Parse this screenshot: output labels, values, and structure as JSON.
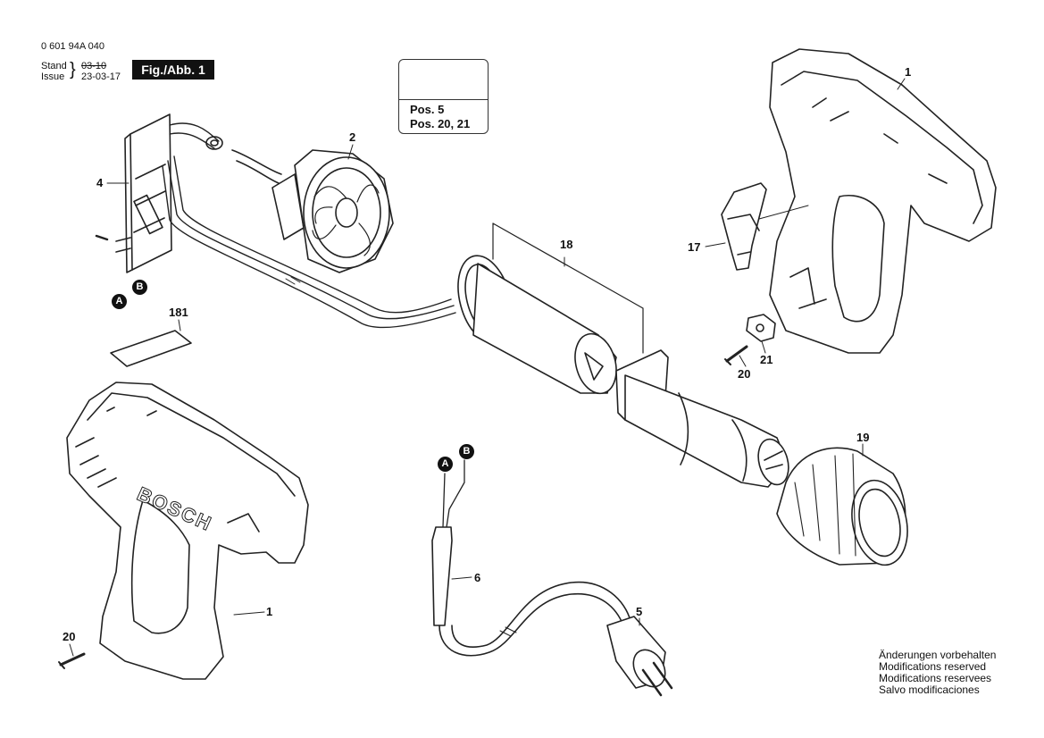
{
  "header": {
    "part_number": "0 601 94A 040",
    "stand_label": "Stand",
    "stand_value": "03-10",
    "issue_label": "Issue",
    "issue_value": "23-03-17",
    "figure_label": "Fig./Abb. 1"
  },
  "warning_box": {
    "icons": [
      "warning-triangle-icon",
      "read-manual-icon"
    ],
    "line1": "Pos. 5",
    "line2": "Pos. 20, 21"
  },
  "brand_text": "BOSCH",
  "callouts": {
    "c1_top": "1",
    "c2": "2",
    "c4": "4",
    "c17": "17",
    "c18": "18",
    "c181": "181",
    "c20_right": "20",
    "c21": "21",
    "c19": "19",
    "c6": "6",
    "c5": "5",
    "c1_bottom": "1",
    "c20_left": "20"
  },
  "connectors": {
    "a_top": "A",
    "b_top": "B",
    "a_cable": "A",
    "b_cable": "B"
  },
  "notes": [
    "Änderungen vorbehalten",
    "Modifications reserved",
    "Modifications reservees",
    "Salvo modificaciones"
  ]
}
